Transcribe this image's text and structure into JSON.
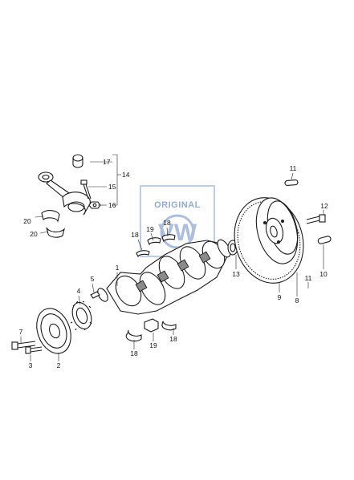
{
  "watermark": {
    "text": "ORIGINAL",
    "logo": "VW",
    "color": "#8fa9d6"
  },
  "callouts": [
    {
      "id": "1",
      "text": "1"
    },
    {
      "id": "2",
      "text": "2"
    },
    {
      "id": "3",
      "text": "3"
    },
    {
      "id": "4",
      "text": "4"
    },
    {
      "id": "5",
      "text": "5"
    },
    {
      "id": "7",
      "text": "7"
    },
    {
      "id": "9",
      "text": "9"
    },
    {
      "id": "10",
      "text": "10"
    },
    {
      "id": "11a",
      "text": "11"
    },
    {
      "id": "11b",
      "text": "11"
    },
    {
      "id": "8",
      "text": "8"
    },
    {
      "id": "12",
      "text": "12"
    },
    {
      "id": "13",
      "text": "13"
    },
    {
      "id": "14",
      "text": "14"
    },
    {
      "id": "15",
      "text": "15"
    },
    {
      "id": "16",
      "text": "16"
    },
    {
      "id": "17",
      "text": "17"
    },
    {
      "id": "18a",
      "text": "18"
    },
    {
      "id": "18b",
      "text": "18"
    },
    {
      "id": "18c",
      "text": "18"
    },
    {
      "id": "18d",
      "text": "18"
    },
    {
      "id": "19a",
      "text": "19"
    },
    {
      "id": "19b",
      "text": "19"
    },
    {
      "id": "20a",
      "text": "20"
    },
    {
      "id": "20b",
      "text": "20"
    }
  ]
}
